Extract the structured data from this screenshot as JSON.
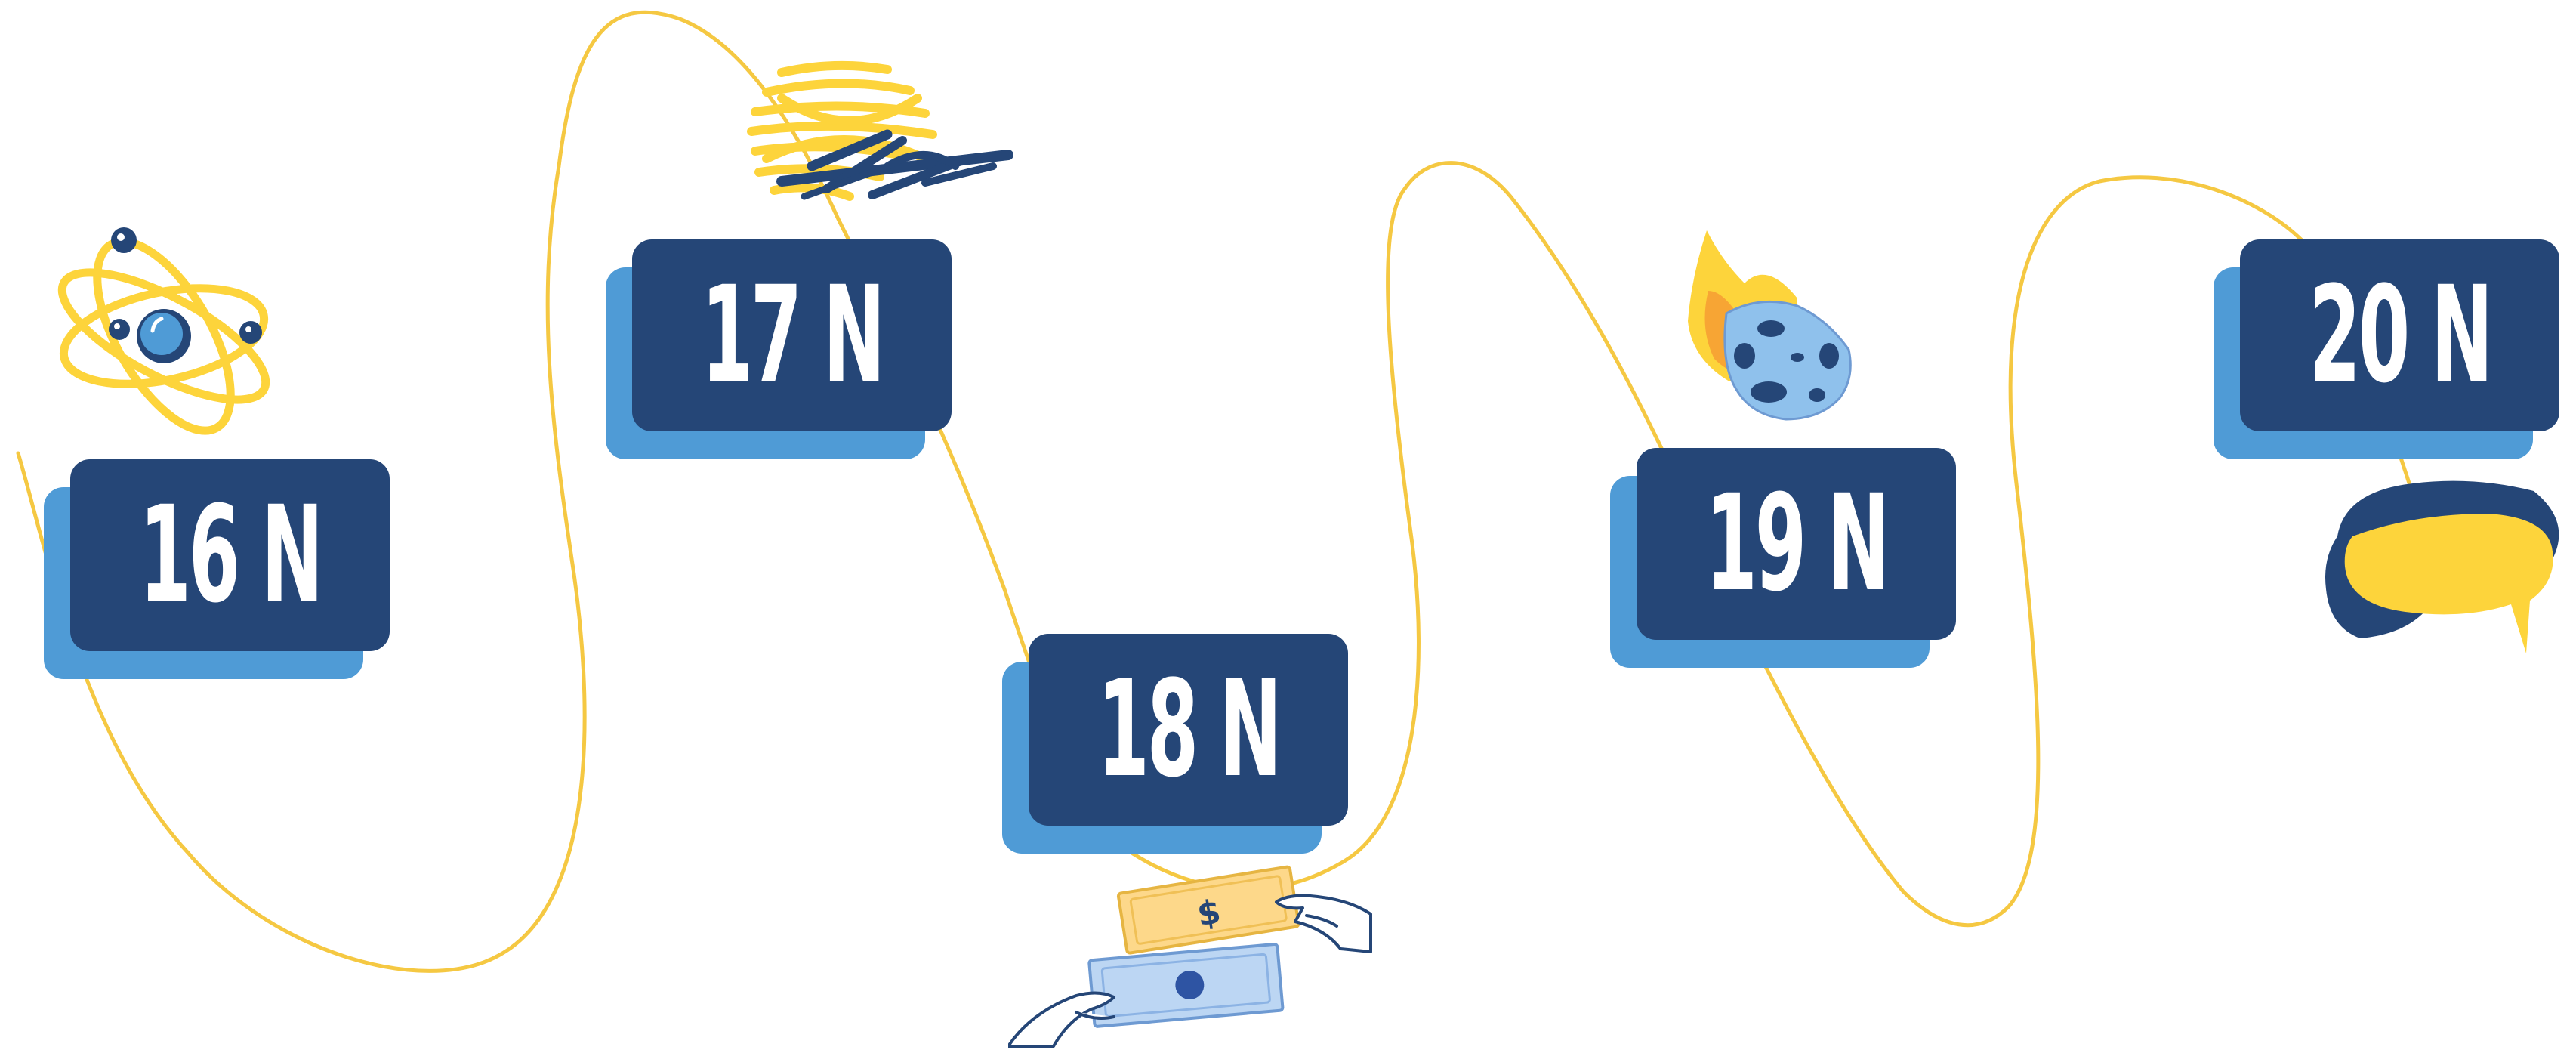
{
  "colors": {
    "path": "#f5c842",
    "box_dark": "#254677",
    "box_light": "#4f9bd6",
    "text": "#ffffff",
    "yellow": "#fdd43b",
    "orange": "#f7a534",
    "light_blue": "#8fc1ec"
  },
  "milestones": [
    {
      "label": "16 N",
      "icon": "atom-icon"
    },
    {
      "label": "17 N",
      "icon": "scribble-icon"
    },
    {
      "label": "18 N",
      "icon": "money-exchange-icon"
    },
    {
      "label": "19 N",
      "icon": "comet-icon"
    },
    {
      "label": "20 N",
      "icon": "speech-bubble-icon"
    }
  ]
}
